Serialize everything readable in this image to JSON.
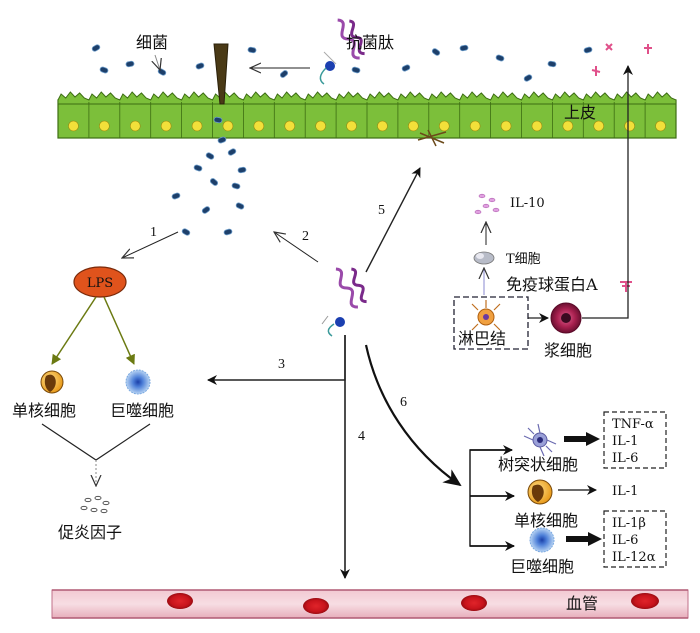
{
  "diagram": {
    "labels": {
      "bacteria": "细菌",
      "antimicrobial_peptide": "抗菌肽",
      "epithelium": "上皮",
      "lps": "LPS",
      "monocyte": "单核细胞",
      "macrophage": "巨噬细胞",
      "proinflammatory_factor": "促炎因子",
      "il10": "IL-10",
      "t_cell": "T细胞",
      "iga": "免疫球蛋白A",
      "lymph_node": "淋巴结",
      "plasma_cell": "浆细胞",
      "dendritic_cell": "树突状细胞",
      "blood_vessel": "血管"
    },
    "pathways": [
      "1",
      "2",
      "3",
      "4",
      "5",
      "6"
    ],
    "cytokines": {
      "dendritic": [
        "TNF-α",
        "IL-1",
        "IL-6"
      ],
      "monocyte": [
        "IL-1"
      ],
      "macrophage": [
        "IL-1β",
        "IL-6",
        "IL-12α"
      ]
    },
    "colors": {
      "epithelium": "#7cbf3a",
      "lps": "#e0531c",
      "iga": "#e0508a",
      "blood_cell": "#c8141c"
    }
  }
}
